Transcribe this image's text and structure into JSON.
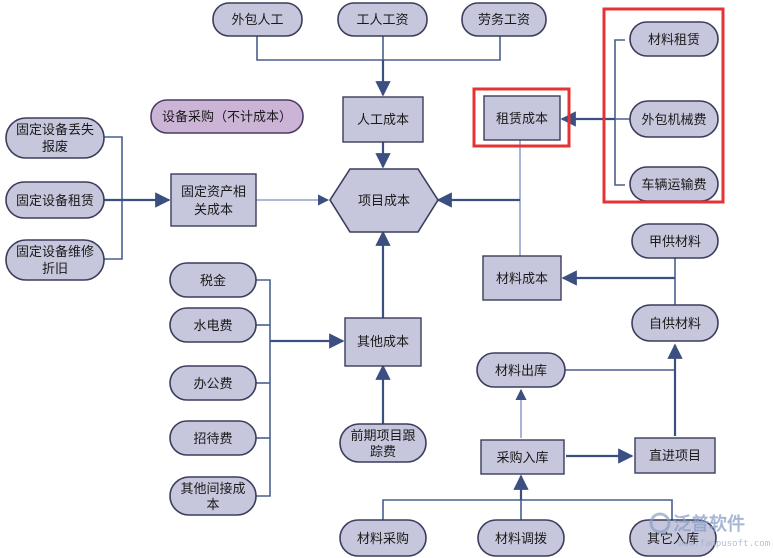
{
  "nodes": {
    "outsource_labor": "外包人工",
    "worker_wage": "工人工资",
    "service_wage": "劳务工资",
    "labor_cost": "人工成本",
    "rental_cost": "租赁成本",
    "material_rental": "材料租赁",
    "outsource_machinery": "外包机械费",
    "vehicle_transport": "车辆运输费",
    "equipment_purchase_note": "设备采购（不计成本）",
    "fixed_equipment_loss": [
      "固定设备丢失",
      "报废"
    ],
    "fixed_equipment_rental": "固定设备租赁",
    "fixed_equipment_repair": [
      "固定设备维修",
      "折旧"
    ],
    "fixed_asset_cost": [
      "固定资产相",
      "关成本"
    ],
    "project_cost": "项目成本",
    "tax": "税金",
    "utilities": "水电费",
    "office_expense": "办公费",
    "entertainment": "招待费",
    "other_indirect_cost": [
      "其他间接成",
      "本"
    ],
    "other_cost": "其他成本",
    "prior_tracking_fee": [
      "前期项目跟",
      "踪费"
    ],
    "material_cost": "材料成本",
    "party_a_material": "甲供材料",
    "self_supply_material": "自供材料",
    "material_outbound": "材料出库",
    "purchase_inbound": "采购入库",
    "direct_to_project": "直进项目",
    "material_purchase": "材料采购",
    "material_transfer": "材料调拨",
    "other_inbound": "其它入库"
  },
  "watermark": {
    "brand": "泛普软件",
    "url": "www.fanpusoft.com"
  },
  "colors": {
    "node_fill": "#c6c6dc",
    "node_stroke": "#3a3d5c",
    "connector": "#4a5f8f",
    "highlight": "#e53333"
  }
}
